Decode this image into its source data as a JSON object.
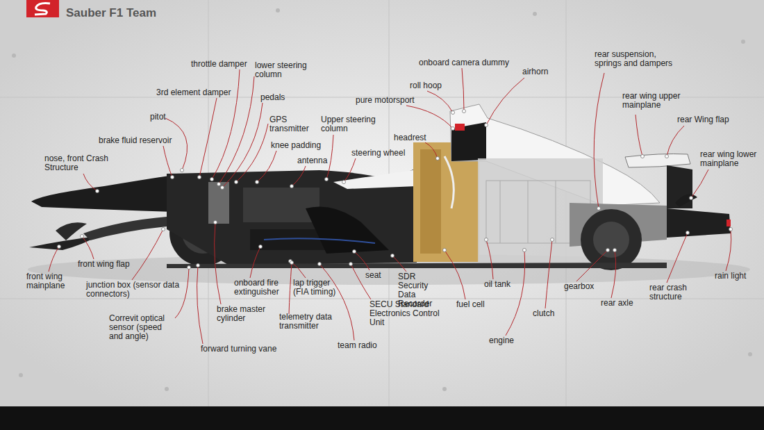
{
  "diagram": {
    "title": "Sauber F1 Team",
    "labels": [
      "throttle damper",
      "lower steering column",
      "3rd element damper",
      "pedals",
      "pitot",
      "GPS transmitter",
      "Upper steering column",
      "brake fluid reservoir",
      "knee padding",
      "nose, front Crash Structure",
      "antenna",
      "steering wheel",
      "onboard camera dummy",
      "roll hoop",
      "pure motorsport",
      "airhorn",
      "headrest",
      "rear suspension, springs and dampers",
      "rear wing upper mainplane",
      "rear Wing flap",
      "rear wing lower mainplane",
      "front wing mainplane",
      "front wing flap",
      "junction box (sensor data connectors)",
      "Correvit optical sensor (speed and angle)",
      "onboard fire extinguisher",
      "lap trigger (FIA timing)",
      "brake master cylinder",
      "telemetry data transmitter",
      "forward turning vane",
      "team radio",
      "seat",
      "SDR Security Data Recorder",
      "SECU Standard Electronics Control Unit",
      "fuel cell",
      "oil tank",
      "engine",
      "clutch",
      "gearbox",
      "rear axle",
      "rear crash structure",
      "rain light"
    ]
  }
}
